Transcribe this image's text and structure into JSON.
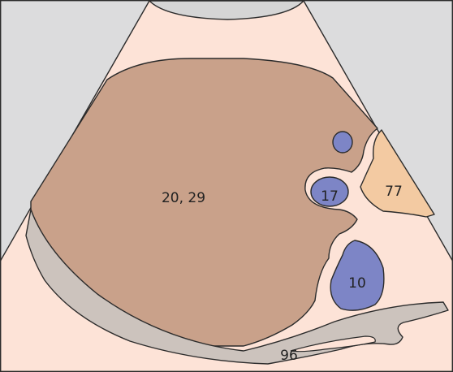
{
  "colors": {
    "background": "#dcdcdd",
    "fan": "#fde3d7",
    "probe_cap": "#d5d5d5",
    "liver": "#c9a18a",
    "vessel": "#7d85c6",
    "fat": "#f3caa2",
    "bone": "#ccc3bd"
  },
  "labels": {
    "liver": "20, 29",
    "vessel_center": "17",
    "vessel_lower": "10",
    "fat_region": "77",
    "lower_band": "96"
  }
}
